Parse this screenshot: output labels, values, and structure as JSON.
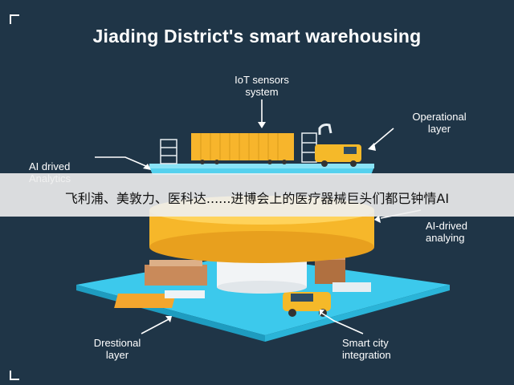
{
  "title": "Jiading District's smart warehousing",
  "labels": {
    "iot_sensors": "IoT sensors\nsystem",
    "operational_layer": "Operational\nlayer",
    "ai_drived_analytics": "AI drived\nAnalytics",
    "ai_drived_analying": "AI-drived\nanalying",
    "drestional_layer": "Drestional\nlayer",
    "smart_city_integration": "Smart city\nintegration"
  },
  "banner": {
    "caption": "飞利浦、美敦力、医科达......进博会上的医疗器械巨头们都已钟情AI"
  },
  "colors": {
    "background": "#1f3547",
    "accent_yellow": "#f6b72a",
    "accent_cyan": "#39c6ea",
    "banner_bg": "#eeeeee"
  }
}
